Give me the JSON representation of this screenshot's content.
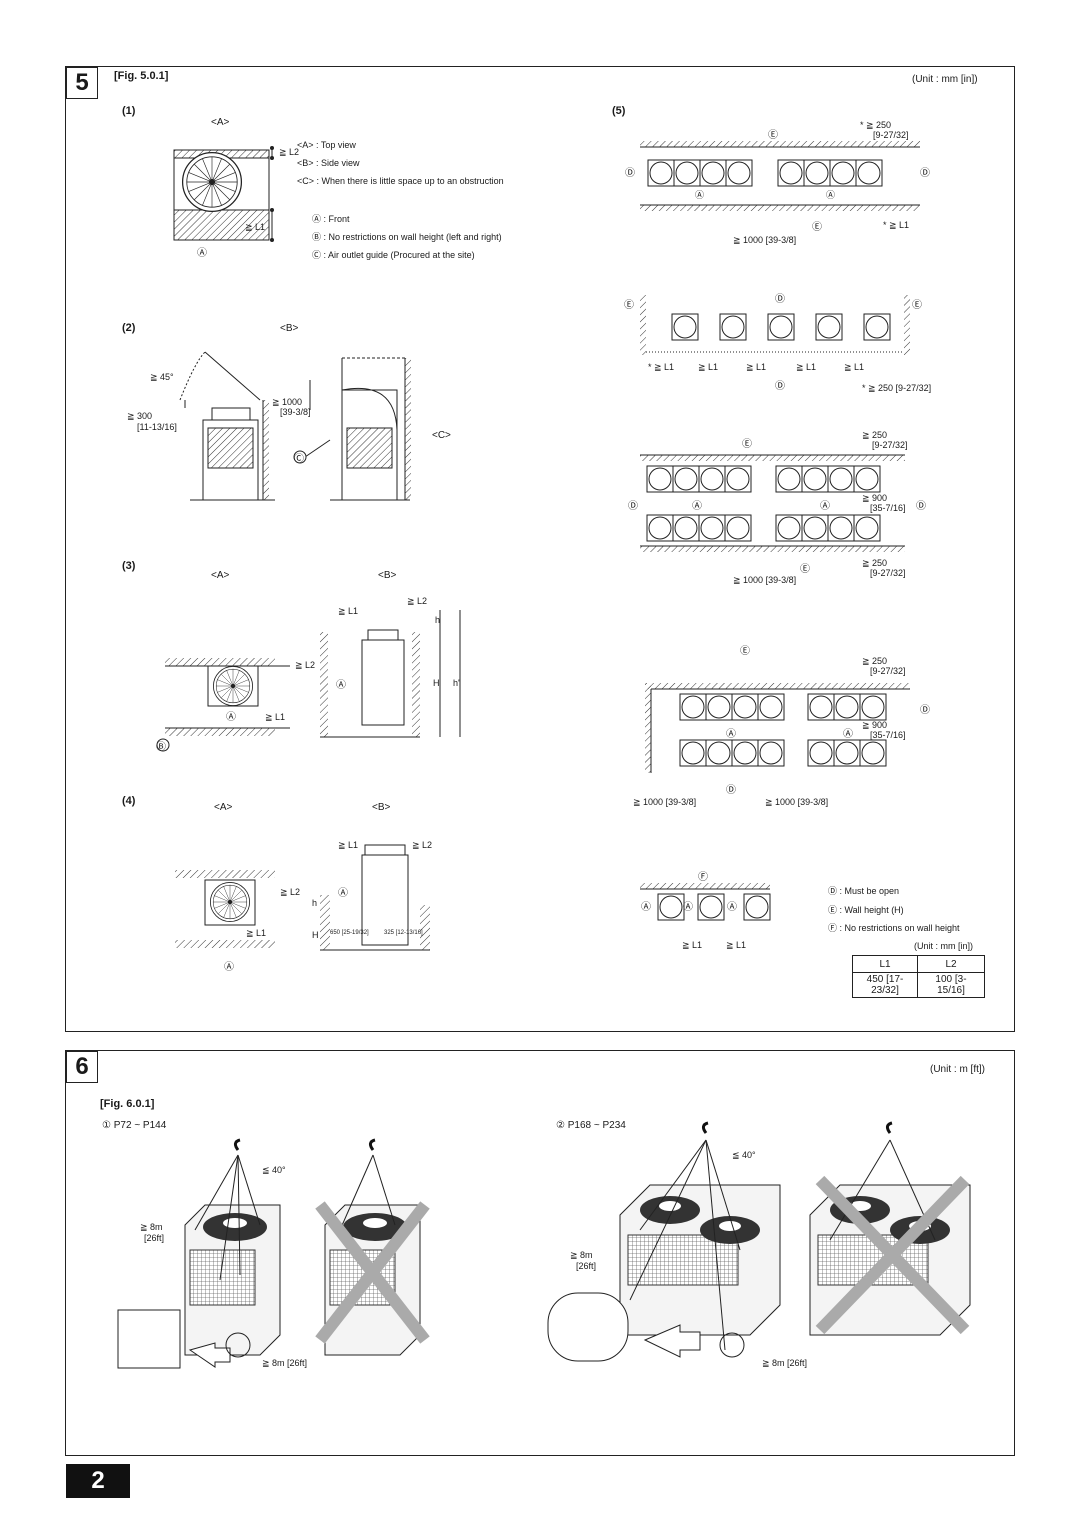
{
  "section5": {
    "number": "5",
    "fig": "[Fig. 5.0.1]",
    "unit": "(Unit : mm [in])",
    "sub1": "(1)",
    "sub2": "(2)",
    "sub3": "(3)",
    "sub4": "(4)",
    "sub5": "(5)",
    "viewA": "<A>",
    "viewB": "<B>",
    "viewC": "<C>",
    "legend1": [
      "<A> : Top view",
      "<B> : Side view",
      "<C> : When there is little space up to an obstruction"
    ],
    "legend2": [
      "Ⓐ : Front",
      "Ⓑ : No restrictions on wall height (left and right)",
      "Ⓒ : Air outlet guide (Procured at the site)"
    ],
    "legend3": [
      "Ⓓ : Must be open",
      "Ⓔ : Wall height (H)",
      "Ⓕ : No restrictions on wall height"
    ],
    "unit2": "(Unit : mm [in])",
    "table": {
      "headers": [
        "L1",
        "L2"
      ],
      "values": [
        "450 [17-23/32]",
        "100 [3-15/16]"
      ]
    },
    "dims": {
      "ge250": "* ≧ 250",
      "in_9_27_32": "[9-27/32]",
      "ge250b": "* ≧ 250 [9-27/32]",
      "ge250c": "≧ 250",
      "ge1000": "≧ 1000 [39-3/8]",
      "ge900": "≧ 900",
      "in_35_7_16": "[35-7/16]",
      "ge_l1": "≧ L1",
      "ge_l2": "≧ L2",
      "star_l1": "* ≧ L1",
      "ge45": "≧ 45°",
      "ge300": "≧ 300",
      "in_11_13_16": "[11-13/16]",
      "ge1000b": "≧ 1000",
      "in_39_3_8": "[39-3/8]",
      "h": "h",
      "H": "H",
      "hprime": "h'",
      "d650": "650 [25-19/32]",
      "d325": "325 [12-13/16]"
    },
    "markers": {
      "A": "Ⓐ",
      "B": "Ⓑ",
      "C": "Ⓒ",
      "D": "Ⓓ",
      "E": "Ⓔ",
      "F": "Ⓕ"
    }
  },
  "section6": {
    "number": "6",
    "fig": "[Fig. 6.0.1]",
    "unit": "(Unit : m [ft])",
    "model1": "①  P72 ~ P144",
    "model2": "②  P168 ~ P234",
    "angle": "≦ 40°",
    "ge8m": "≧ 8m",
    "ft26": "[26ft]",
    "ge8m26": "≧ 8m [26ft]"
  },
  "page": {
    "number": "2"
  }
}
